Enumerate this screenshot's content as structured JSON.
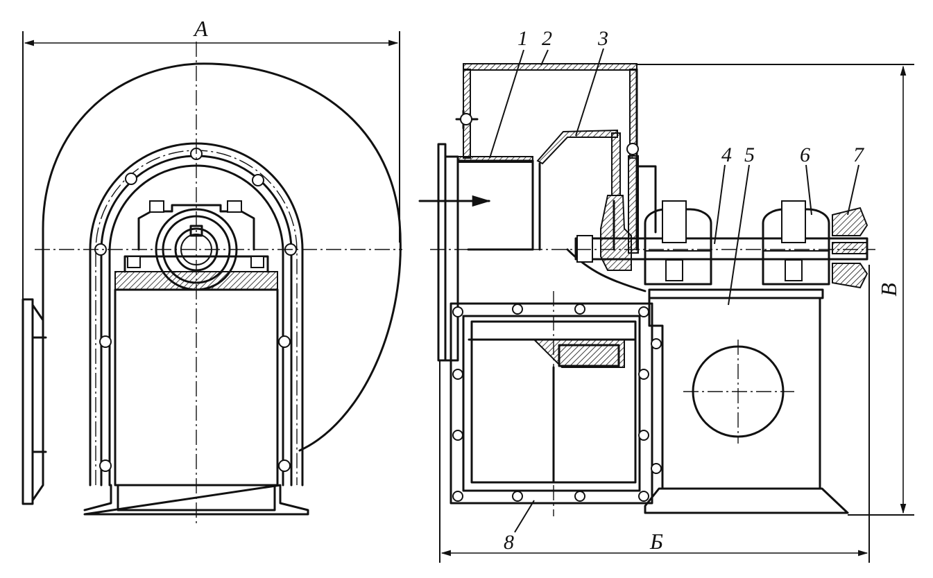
{
  "dimensions": {
    "width_label": "А",
    "length_label": "Б",
    "height_label": "В"
  },
  "callouts": [
    "1",
    "2",
    "3",
    "4",
    "5",
    "6",
    "7",
    "8"
  ]
}
